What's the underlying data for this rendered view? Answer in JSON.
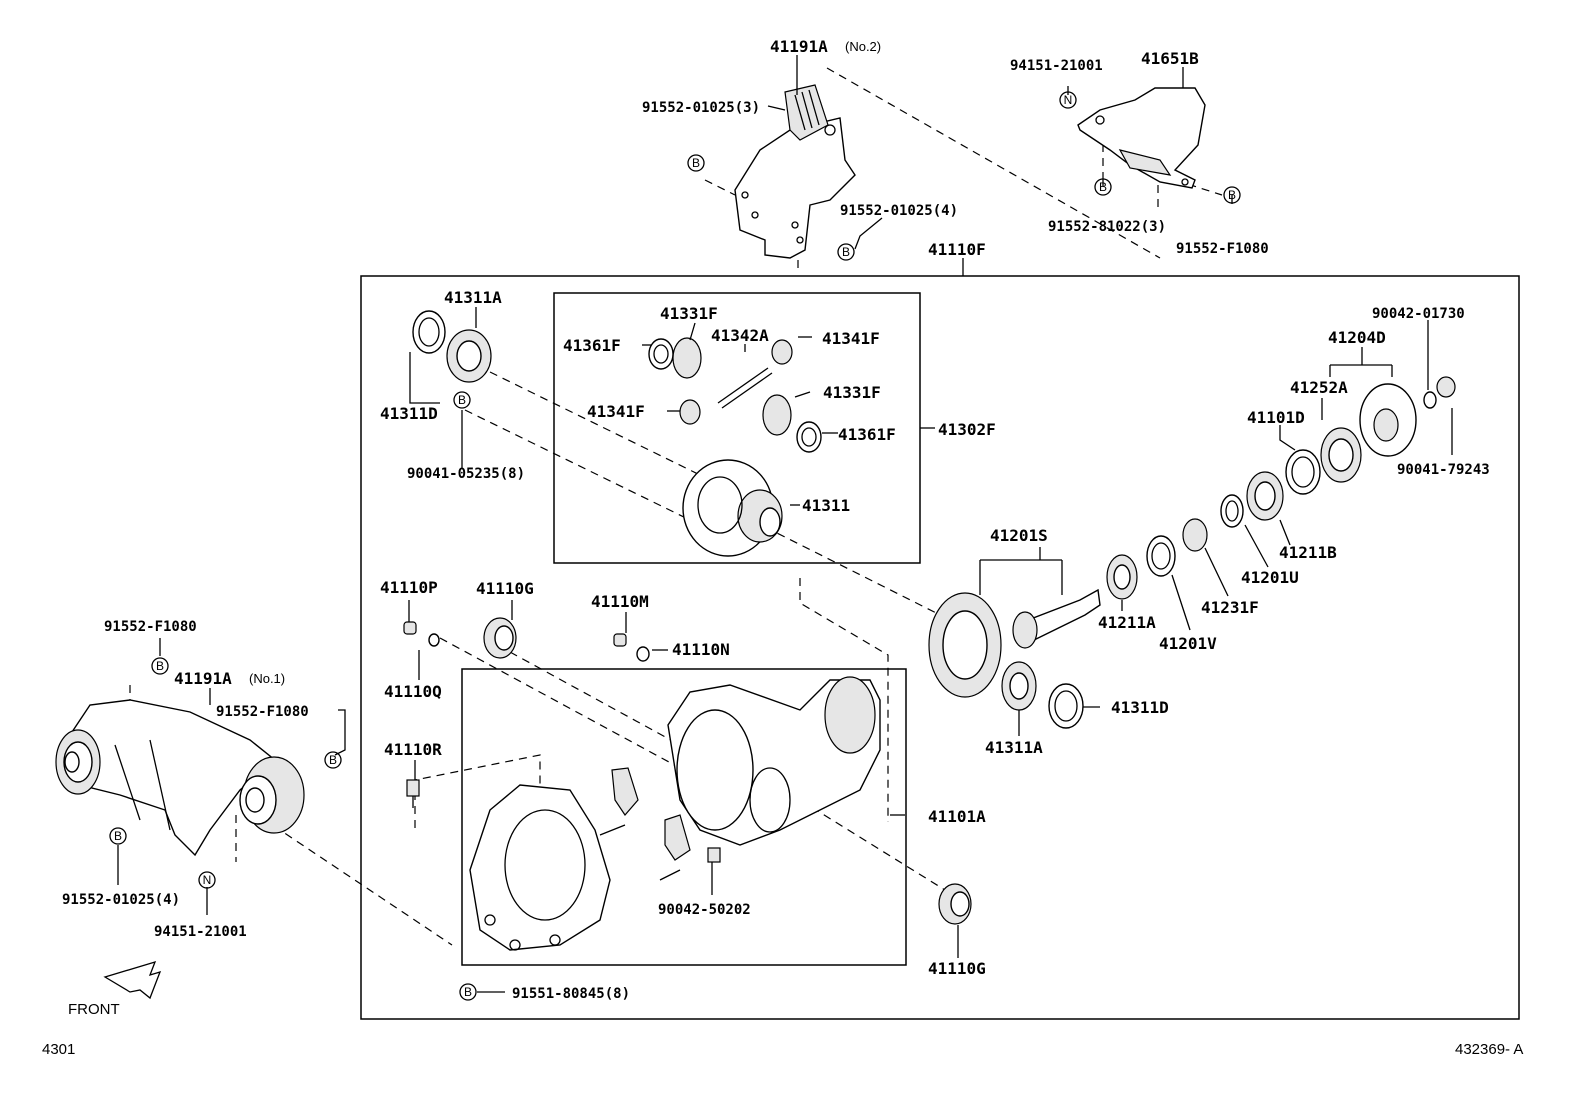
{
  "parts": {
    "p41191A_no2": "41191A",
    "p41191A_no2_note": "(No.2)",
    "p91552_01025_3": "91552-01025(3)",
    "p91552_01025_4_top": "91552-01025(4)",
    "p94151_21001_top": "94151-21001",
    "p41651B": "41651B",
    "p91552_81022_3": "91552-81022(3)",
    "p91552_F1080_top": "91552-F1080",
    "p41110F": "41110F",
    "p41311A_top": "41311A",
    "p41311D_top": "41311D",
    "p90041_05235_8": "90041-05235(8)",
    "p41331F_a": "41331F",
    "p41361F_a": "41361F",
    "p41342A": "41342A",
    "p41341F_a": "41341F",
    "p41331F_b": "41331F",
    "p41341F_b": "41341F",
    "p41361F_b": "41361F",
    "p41302F": "41302F",
    "p41311": "41311",
    "p90042_01730": "90042-01730",
    "p41204D": "41204D",
    "p41252A": "41252A",
    "p41101D": "41101D",
    "p90041_79243": "90041-79243",
    "p41211B": "41211B",
    "p41201S": "41201S",
    "p41201U": "41201U",
    "p41231F": "41231F",
    "p41211A": "41211A",
    "p41201V": "41201V",
    "p41311D_bot": "41311D",
    "p41311A_bot": "41311A",
    "p41110P": "41110P",
    "p41110G_top": "41110G",
    "p41110M": "41110M",
    "p41110N": "41110N",
    "p41110Q": "41110Q",
    "p41110R": "41110R",
    "p41101A": "41101A",
    "p90042_50202": "90042-50202",
    "p41110G_bot": "41110G",
    "p91551_80845_8": "91551-80845(8)",
    "p91552_F1080_left1": "91552-F1080",
    "p41191A_no1": "41191A",
    "p41191A_no1_note": "(No.1)",
    "p91552_F1080_left2": "91552-F1080",
    "p91552_01025_4_left": "91552-01025(4)",
    "p94151_21001_left": "94151-21001"
  },
  "markers": {
    "b": "B",
    "n": "N"
  },
  "front_label": "FRONT",
  "footer": {
    "left_code": "4301",
    "right_code": "432369- A"
  }
}
